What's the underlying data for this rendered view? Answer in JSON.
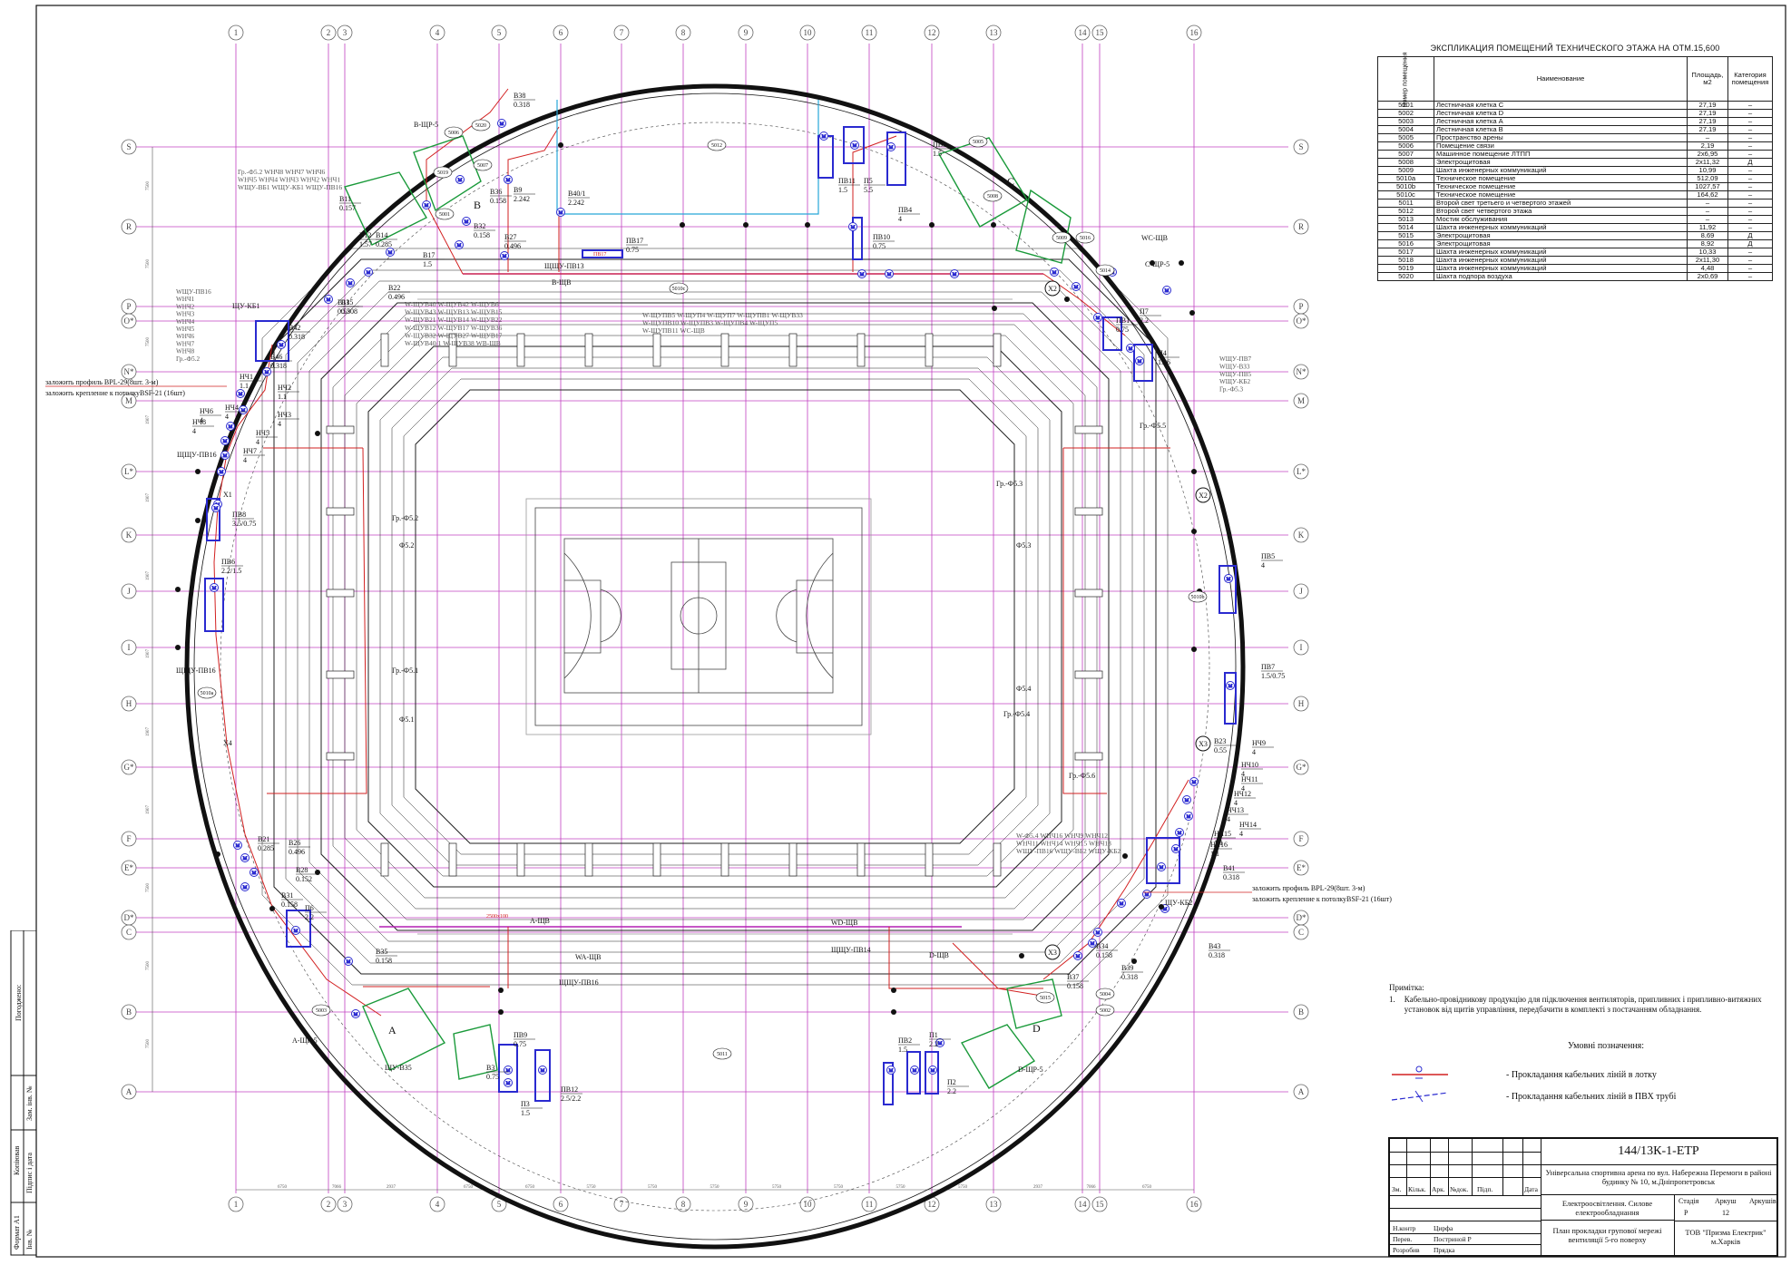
{
  "drawing": {
    "axis_labels_x": [
      "1",
      "2",
      "3",
      "4",
      "5",
      "6",
      "7",
      "8",
      "9",
      "10",
      "11",
      "12",
      "13",
      "14",
      "15",
      "16"
    ],
    "axis_labels_y": [
      "S",
      "R",
      "P",
      "O*",
      "N*",
      "M",
      "L*",
      "K",
      "J",
      "I",
      "H",
      "G*",
      "F",
      "E*",
      "D*",
      "C",
      "B",
      "A"
    ],
    "bottom_dims": [
      "6750",
      "7066",
      "2937",
      "6750",
      "6750",
      "5750",
      "5750",
      "5750",
      "5750",
      "5750",
      "5750",
      "5750",
      "2937",
      "7066",
      "6750"
    ],
    "left_dims": [
      "7500",
      "7500",
      "7500",
      "1907",
      "1907",
      "1907",
      "1907",
      "1907",
      "1907",
      "7500",
      "7500",
      "7500"
    ],
    "marks": {
      "b38": "В38",
      "b38v": "0.318",
      "b36": "В36",
      "b36v": "0.158",
      "b9": "В9",
      "b9v": "2.242",
      "b32": "В32",
      "b32v": "0.158",
      "b27": "В27",
      "b27v": "0.496",
      "b40": "В40/1",
      "b40v": "2.242",
      "b11": "В11",
      "b11v": "0.157",
      "b12": "В12",
      "b12v": "1.57",
      "b14": "В14",
      "b14v": "0.285",
      "b17": "В17",
      "b17v": "1.5",
      "b22": "В22",
      "b22v": "0.496",
      "b13": "В13",
      "b13v": "0.55",
      "b15": "В15",
      "b15v": "0.308",
      "b42": "В42",
      "b42v": "0.318",
      "b46": "В46",
      "b46v": "0.318",
      "pv17": "ПВ17",
      "pv17v": "0.75",
      "pv3": "ПВ3",
      "pv3v": "1.5",
      "pv11": "ПВ11",
      "pv11v": "1.5",
      "p5": "П5",
      "p5v": "5.5",
      "pv4": "ПВ4",
      "pv4v": "4",
      "pv10": "ПВ10",
      "pv10v": "0.75",
      "p7": "П7",
      "p7v": "2.2",
      "pv1": "ПВ1",
      "pv1v": "0.75",
      "p4": "П4",
      "p4v": "1.86",
      "pv5": "ПВ5",
      "pv5v": "4",
      "pv7": "ПВ7",
      "pv7v": "1.5/0.75",
      "pv8": "ПВ8",
      "pv8v": "3.5/0.75",
      "pv6": "ПВ6",
      "pv6v": "2.2/1.5",
      "b23": "В23",
      "b23v": "0.55",
      "b21": "В21",
      "b21v": "0.285",
      "b26": "В26",
      "b26v": "0.496",
      "b28": "В28",
      "b28v": "0.152",
      "b31": "В31",
      "b31v": "0.158",
      "p6": "П6",
      "p6v": "2.2",
      "b35": "В35",
      "b35v": "0.158",
      "b3": "В3",
      "b3v": "0.75",
      "pv9": "ПВ9",
      "pv9v": "0.75",
      "p3": "П3",
      "p3v": "1.5",
      "pv12": "ПВ12",
      "pv12v": "2.5/2.2",
      "pv2": "ПВ2",
      "pv2v": "1.5",
      "p1": "П1",
      "p1v": "2.2",
      "p2": "П2",
      "p2v": "2.2",
      "b34": "В34",
      "b34v": "0.158",
      "b37": "В37",
      "b37v": "0.158",
      "b39": "В39",
      "b39v": "0.318",
      "b43": "В43",
      "b43v": "0.318",
      "b41": "В41",
      "b41v": "0.318",
      "nch1": "НЧ1",
      "nch1v": "1.1",
      "nch2": "НЧ2",
      "nch2v": "1.1",
      "nch3": "НЧ3",
      "nch3v": "4",
      "nch4": "НЧ4",
      "nch4v": "4",
      "nch5": "НЧ5",
      "nch5v": "4",
      "nch6": "НЧ6",
      "nch6v": "4",
      "nch7": "НЧ7",
      "nch7v": "4",
      "nch8": "НЧ8",
      "nch8v": "4",
      "nch9": "НЧ9",
      "nch9v": "4",
      "nch10": "НЧ10",
      "nch10v": "4",
      "nch11": "НЧ11",
      "nch11v": "4",
      "nch12": "НЧ12",
      "nch12v": "4",
      "nch13": "НЧ13",
      "nch13v": "4",
      "nch14": "НЧ14",
      "nch14v": "4",
      "nch15": "НЧ15",
      "nch15v": "1.1",
      "nch16": "НЧ16",
      "nch16v": "1.1"
    },
    "panels": {
      "v_shchr5": "В-ЩР-5",
      "c_shchr5": "С-ЩР-5",
      "a_shchr5": "А-ЩР-5",
      "d_shchr5": "D-ЩР-5",
      "shchu_kb1": "ЩУ-КБ1",
      "shchu_kb2": "ЩУ-КБ2",
      "v_shchv": "В-ЩВ",
      "a_shchv": "А-ЩВ",
      "d_shchv": "D-ЩВ",
      "wd_shchv": "WD-ЩВ",
      "wa_shchv": "WA-ЩВ",
      "wc_shchv": "WC-ЩВ",
      "shchu_v35": "ЩУ-В35",
      "shchu_pv13": "ЩЩУ-ПВ13",
      "shchu_pv16a": "ЩЩУ-ПВ16",
      "shchu_pv16b": "ЩЩУ-ПВ16",
      "shchu_pv14": "ЩЩУ-ПВ14",
      "shchu_pv16c": "ЩЩУ-ПВ16"
    },
    "groups": {
      "gr52": "Гр.-Ф5.2",
      "f52": "Ф5.2",
      "gr51": "Гр.-Ф5.1",
      "f51": "Ф5.1",
      "gr53": "Гр.-Ф5.3",
      "f53": "Ф5.3",
      "gr54": "Гр.-Ф5.4",
      "f54": "Ф5.4",
      "gr55": "Гр.-Ф5.5",
      "gr56": "Гр.-Ф5.6"
    },
    "rooms": {
      "r5012": "5012",
      "r5011": "5011",
      "r5010b": "5010b",
      "r5010c": "5010c",
      "r5010a": "5010a",
      "r5005": "5005",
      "r5006": "5006",
      "r5007": "5007",
      "r5008": "5008",
      "r5009": "5009",
      "r5020": "5020",
      "r5019": "5019",
      "r5016": "5016",
      "r5014": "5014",
      "r5015": "5015",
      "r5001": "5001",
      "r5002": "5002",
      "r5003": "5003",
      "r5004": "5004"
    },
    "stairs": {
      "a": "A",
      "b": "B",
      "c": "C",
      "d": "D"
    },
    "markers": {
      "x1": "X1",
      "x2": "X2",
      "x3": "X3",
      "x4": "X4"
    },
    "annotations": {
      "left_profile": "заложить профиль BPL-29(8шт. 3-м)",
      "left_fix": "заложить крепление к потолкуBSF-21 (16шт)",
      "right_profile": "заложить профиль BPL-29(8шт. 3-м)",
      "right_fix": "заложить крепление к потолкуBSF-21 (16шт)",
      "cable_list_1": "W-ЩУВ40 W-ЩУВ42 W-ЩУВ6",
      "cable_list_2": "W-ЩУВ43 W-ЩУВ13 W-ЩУВ15",
      "cable_list_3": "W-ЩУВ21 W-ЩУВ14 W-ЩУВ22",
      "cable_list_4": "W-ЩУВ12 W-ЩУВ17 W-ЩУВ36",
      "cable_list_5": "W-ЩУВ32 W-ЩУВ27 W-ЩУВ17",
      "cable_list_6": "W-ЩУВ40/1 W-ЩУВ38 WB-ЩВ",
      "cable_list_7": "W-ЩУПВ5 W-ЩУП4 W-ЩУП7 W-ЩУПВ1 W-ЩУВ33",
      "cable_list_8": "W-ЩУПВ10 W-ЩУПВ3 W-ЩУПВ4 W-ЩУП5",
      "cable_list_9": "W-ЩУПВ11 WC-ЩВ",
      "nw_list_1": "Гр.-Ф5.2 WНЧ8 WНЧ7 WНЧ6",
      "nw_list_2": "WНЧ5 WНЧ4 WНЧ3 WНЧ2 WНЧ1",
      "nw_list_3": "WЩУ-ВБ1 WЩУ-КБ1 WЩУ-ПВ16",
      "west_list": [
        "WЩУ-ПВ16",
        "WНЧ1",
        "WНЧ2",
        "WНЧ3",
        "WНЧ4",
        "WНЧ5",
        "WНЧ6",
        "WНЧ7",
        "WНЧ8",
        "Гр.-Ф5.2"
      ],
      "east_list": [
        "WЩУ-ПВ7",
        "WЩУ-ВЗ3",
        "WЩУ-ПВ5",
        "WЩУ-КБ2",
        "Гр.-Ф5.3"
      ],
      "se_list_1": "W-Ф5.4 WНЧ16 WНЧ9 WНЧ12",
      "se_list_2": "WНЧ11 WНЧ14 WНЧ15 WНЧ13",
      "se_list_3": "WЩУ-ПВ16 WЩУ-ВБ2 WЩУ-КБ2",
      "dim_2500": "2500х100",
      "pv17_tag": "ПВ17"
    }
  },
  "explication": {
    "title": "ЭКСПЛИКАЦИЯ ПОМЕЩЕНИЙ ТЕХНИЧЕСКОГО ЭТАЖА НА ОТМ.15,600",
    "headers": {
      "num": "Номер помещения",
      "name": "Наименование",
      "area": "Площадь, м2",
      "cat": "Категория помещения"
    },
    "rows": [
      [
        "5001",
        "Лестничная клетка  C",
        "27,19",
        "–"
      ],
      [
        "5002",
        "Лестничная клетка  D",
        "27,19",
        "–"
      ],
      [
        "5003",
        "Лестничная клетка  A",
        "27,19",
        "–"
      ],
      [
        "5004",
        "Лестничная клетка  B",
        "27,19",
        "–"
      ],
      [
        "5005",
        "Пространство арены",
        "–",
        "–"
      ],
      [
        "5006",
        "Помещение связи",
        "2,19",
        "–"
      ],
      [
        "5007",
        "Машинное помещение ЛТПП",
        "2х6,95",
        "–"
      ],
      [
        "5008",
        "Электрощитовая",
        "2х11,32",
        "Д"
      ],
      [
        "5009",
        "Шахта инженерных коммуникаций",
        "10,99",
        "–"
      ],
      [
        "5010a",
        "Техническое помещение",
        "512,09",
        "–"
      ],
      [
        "5010b",
        "Техническое помещение",
        "1027,57",
        "–"
      ],
      [
        "5010c",
        "Техническое помещение",
        "164,62",
        "–"
      ],
      [
        "5011",
        "Второй свет третьего и четвертого этажей",
        "–",
        "–"
      ],
      [
        "5012",
        "Второй свет четвертого этажа",
        "–",
        "–"
      ],
      [
        "5013",
        "Мостик обслуживания",
        "–",
        "–"
      ],
      [
        "5014",
        "Шахта инженерных коммуникаций",
        "11,92",
        "–"
      ],
      [
        "5015",
        "Электрощитовая",
        "8,69",
        "Д"
      ],
      [
        "5016",
        "Электрощитовая",
        "8,92",
        "Д"
      ],
      [
        "5017",
        "Шахта инженерных коммуникаций",
        "10,33",
        "–"
      ],
      [
        "5018",
        "Шахта инженерных коммуникаций",
        "2х11,30",
        "–"
      ],
      [
        "5019",
        "Шахта инженерных коммуникаций",
        "4,48",
        "–"
      ],
      [
        "5020",
        "Шахта подпора воздуха",
        "2х0,69",
        "–"
      ]
    ]
  },
  "notes": {
    "title": "Примітка:",
    "items": [
      {
        "n": "1.",
        "text": "Кабельно-провідникову продукцію для підключення вентиляторів, припливних і припливно-витяжних установок від щитів управління, передбачити в комплекті з постачанням обладнання."
      }
    ]
  },
  "legend": {
    "title": "Умовні позначення:",
    "tray": "- Прокладання кабельних ліній в лотку",
    "pipe": "- Прокладання кабельних ліній в ПВХ трубі",
    "tray_color": "#d22020",
    "pipe_color": "#2a2ad0"
  },
  "stamp": {
    "code": "144/13К-1-ЕТР",
    "object": "Універсальна спортивна арена по вул. Набережна Перемоги в районі будинку № 10, м.Дніпропетровськ",
    "section": "Електроосвітлення. Силове електрообладнання",
    "stage_h": "Стадія",
    "sheet_h": "Аркуш",
    "sheets_h": "Аркушів",
    "stage": "Р",
    "sheet": "12",
    "title": "План прокладки групової мережі вентиляції 5-го поверху",
    "org": "ТОВ \"Призма Електрик\" м.Харків",
    "cols": [
      "Зм.",
      "Кільк.",
      "Арк.",
      "№док.",
      "Підп.",
      "Дата"
    ],
    "roles": [
      "Н.контр",
      "Перев.",
      "Розробив"
    ],
    "names": [
      "Цирфа",
      "Постриной Р",
      "Прядка"
    ]
  },
  "margin": {
    "pogodzheno": "Погоджено:",
    "zam_inv": "Зам. інв. №",
    "pidpys": "Підпис і дата",
    "inv": "Інв. №",
    "kopiuvav": "Копіював",
    "format": "Формат А1"
  },
  "colors": {
    "grid": "#c040c0",
    "tray": "#d22020",
    "equipment": "#2a2ad0",
    "walls": "#111111",
    "rooms_green": "#1a9a3a",
    "duct_cyan": "#27a7d8"
  }
}
